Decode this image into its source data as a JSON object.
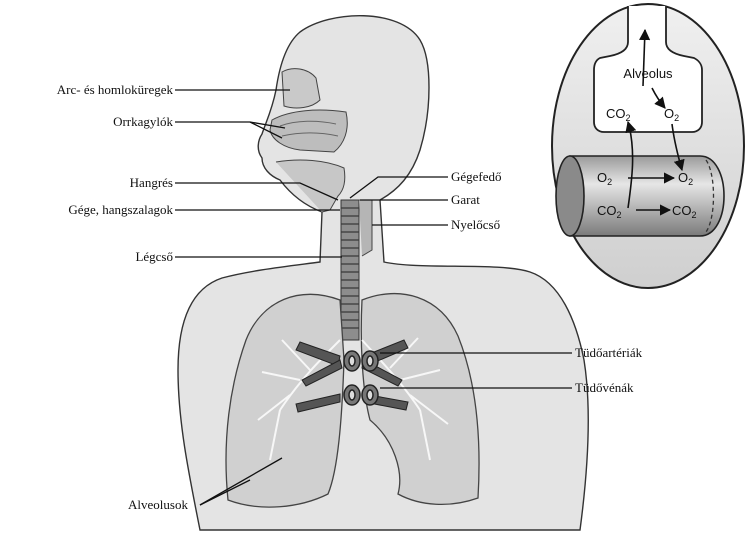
{
  "labels": {
    "sinuses": "Arc- és homloküregek",
    "nasal_conchae": "Orrkagylók",
    "glottis": "Hangrés",
    "larynx": "Gége, hangszalagok",
    "trachea": "Légcső",
    "epiglottis": "Gégefedő",
    "pharynx": "Garat",
    "esophagus": "Nyelőcső",
    "pulmonary_arteries": "Tüdőartériák",
    "pulmonary_veins": "Tüdővénák",
    "alveoli": "Alveolusok"
  },
  "inset": {
    "alveolus": "Alveolus",
    "co2_left": "CO",
    "co2_left_sub": "2",
    "o2_right": "O",
    "o2_right_sub": "2",
    "capillary_o2_in": "O",
    "capillary_o2_in_sub": "2",
    "capillary_o2_out": "O",
    "capillary_o2_out_sub": "2",
    "capillary_co2_in": "CO",
    "capillary_co2_in_sub": "2",
    "capillary_co2_out": "CO",
    "capillary_co2_out_sub": "2"
  }
}
